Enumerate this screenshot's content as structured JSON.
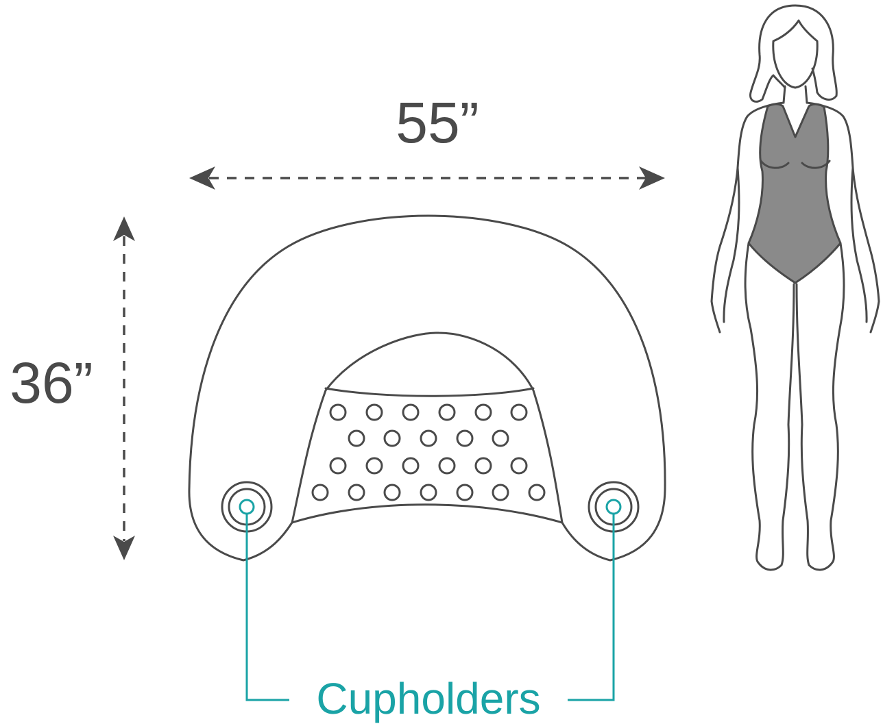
{
  "dimensions": {
    "width_label": "55”",
    "height_label": "36”"
  },
  "callout": {
    "label": "Cupholders"
  },
  "colors": {
    "outline": "#4a4a4a",
    "accent": "#1aa3a6",
    "swimsuit": "#8a8a8a",
    "background": "#ffffff"
  }
}
